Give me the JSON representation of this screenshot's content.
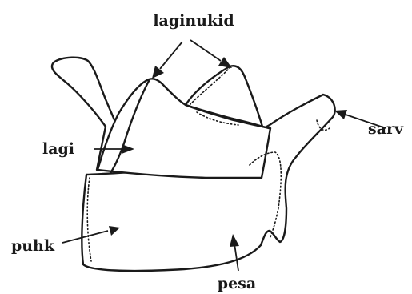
{
  "labels": {
    "lobes": "laginukid",
    "lobe": "lagi",
    "horn": "sarv",
    "body": "puhk",
    "notch": "pesa"
  },
  "colors": {
    "ink": "#1a1a1a",
    "background": "#ffffff"
  }
}
